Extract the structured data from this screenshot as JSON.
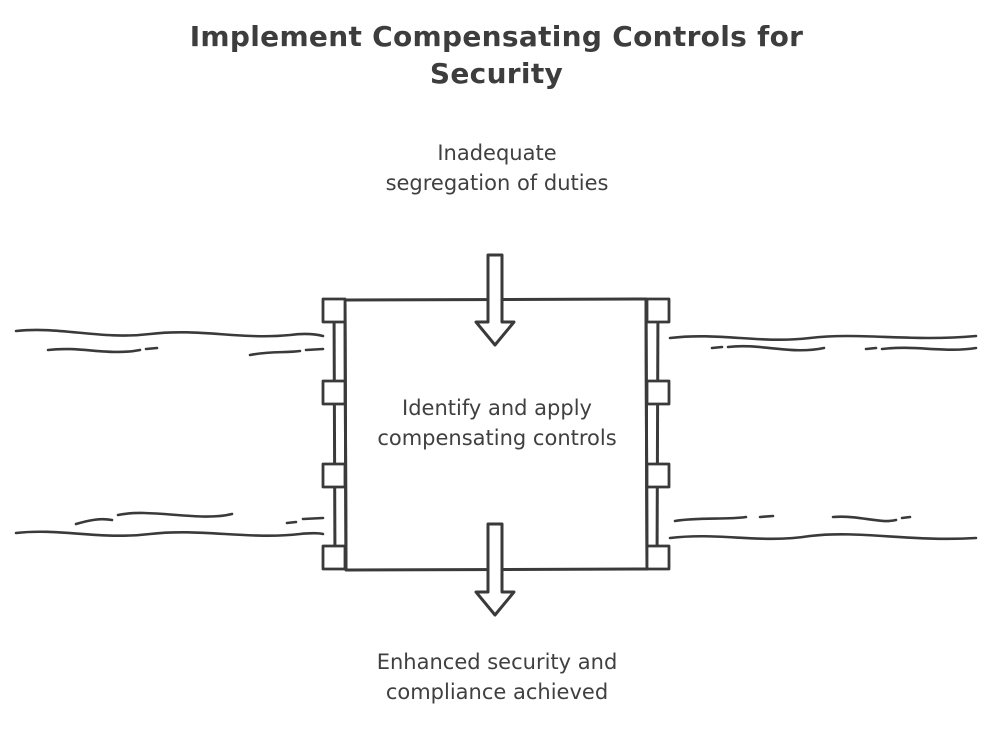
{
  "title": "Implement Compensating Controls for Security",
  "input": {
    "text": "Inadequate segregation of duties"
  },
  "process": {
    "text": "Identify and apply compensating controls"
  },
  "output": {
    "text": "Enhanced security and compliance achieved"
  },
  "colors": {
    "stroke": "#3a3a3a",
    "background": "#ffffff"
  }
}
